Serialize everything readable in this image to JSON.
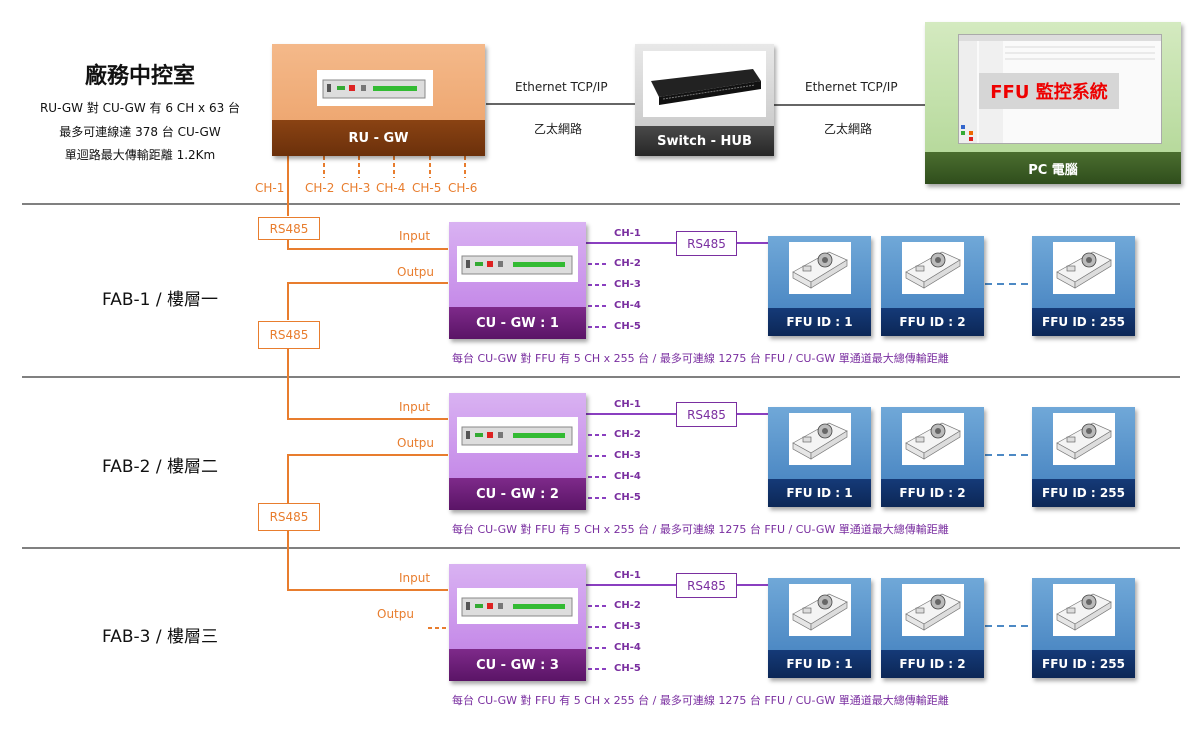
{
  "header": {
    "title": "廠務中控室",
    "lines": [
      "RU-GW 對 CU-GW 有 6 CH x 63 台",
      "最多可連線達 378 台 CU-GW",
      "單迴路最大傳輸距離  1.2Km"
    ]
  },
  "ru_gw": {
    "label": "RU - GW",
    "channels": [
      "CH-1",
      "CH-2",
      "CH-3",
      "CH-4",
      "CH-5",
      "CH-6"
    ]
  },
  "links": [
    {
      "protocol": "Ethernet TCP/IP",
      "name": "乙太網路"
    },
    {
      "protocol": "Ethernet TCP/IP",
      "name": "乙太網路"
    }
  ],
  "switch": {
    "label": "Switch - HUB"
  },
  "pc": {
    "label": "PC 電腦",
    "screen_caption": "FFU 監控系統"
  },
  "rs485": "RS485",
  "fabs": [
    {
      "label": "FAB-1 /  樓層一",
      "cu_label": "CU - GW : 1",
      "input": "Input",
      "output": "Outpu",
      "channels": [
        "CH-1",
        "CH-2",
        "CH-3",
        "CH-4",
        "CH-5"
      ],
      "ffus": [
        "FFU ID : 1",
        "FFU ID : 2",
        "FFU ID : 255"
      ],
      "note": "每台 CU-GW 對 FFU 有 5 CH x 255 台  /  最多可連線 1275 台 FFU / CU-GW 單通道最大總傳輸距離"
    },
    {
      "label": "FAB-2 /  樓層二",
      "cu_label": "CU - GW : 2",
      "input": "Input",
      "output": "Outpu",
      "channels": [
        "CH-1",
        "CH-2",
        "CH-3",
        "CH-4",
        "CH-5"
      ],
      "ffus": [
        "FFU ID : 1",
        "FFU ID : 2",
        "FFU ID : 255"
      ],
      "note": "每台 CU-GW 對 FFU 有 5 CH x 255 台  /  最多可連線 1275 台 FFU / CU-GW 單通道最大總傳輸距離"
    },
    {
      "label": "FAB-3 /  樓層三",
      "cu_label": "CU - GW : 3",
      "input": "Input",
      "output": "Outpu",
      "channels": [
        "CH-1",
        "CH-2",
        "CH-3",
        "CH-4",
        "CH-5"
      ],
      "ffus": [
        "FFU ID : 1",
        "FFU ID : 2",
        "FFU ID : 255"
      ],
      "note": "每台 CU-GW 對 FFU 有 5 CH x 255 台  /  最多可連線 1275 台 FFU / CU-GW 單通道最大總傳輸距離"
    }
  ],
  "colors": {
    "orange": "#e87d2e",
    "purple": "#7a2fa0",
    "blue": "#4d89c4",
    "green": "#6b9a45"
  }
}
